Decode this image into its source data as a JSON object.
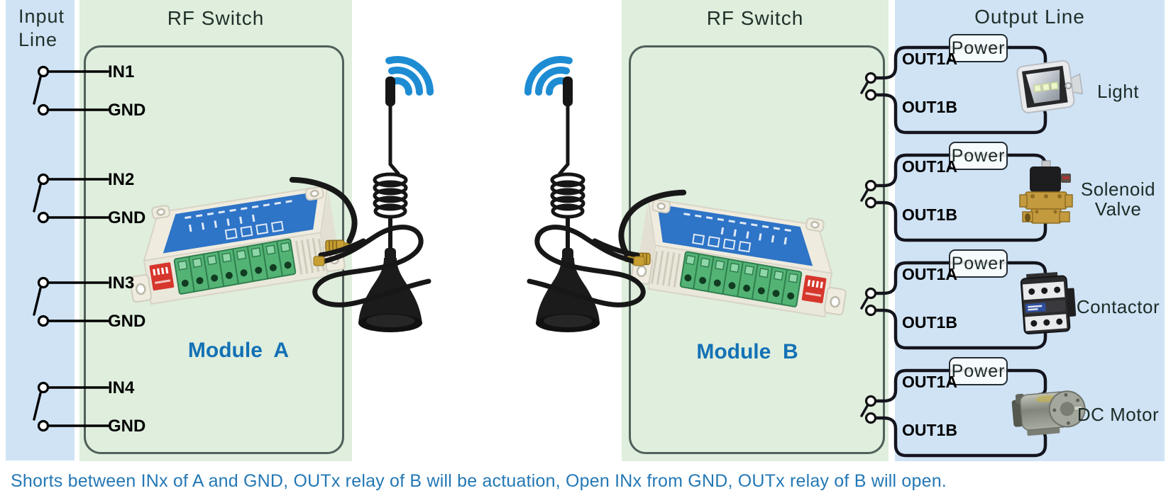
{
  "diagram": {
    "input_panel": {
      "title_line1": "Input",
      "title_line2": "Line"
    },
    "rf_panel_a": {
      "title": "RF Switch",
      "module_label": "Module  A"
    },
    "rf_panel_b": {
      "title": "RF Switch",
      "module_label": "Module  B"
    },
    "output_panel": {
      "title": "Output Line"
    }
  },
  "input_pairs": [
    {
      "in_label": "IN1",
      "gnd_label": "GND"
    },
    {
      "in_label": "IN2",
      "gnd_label": "GND"
    },
    {
      "in_label": "IN3",
      "gnd_label": "GND"
    },
    {
      "in_label": "IN4",
      "gnd_label": "GND"
    }
  ],
  "output_blocks": [
    {
      "power_label": "Power",
      "out_a_label": "OUT1A",
      "out_b_label": "OUT1B",
      "device": "light",
      "device_label": "Light"
    },
    {
      "power_label": "Power",
      "out_a_label": "OUT1A",
      "out_b_label": "OUT1B",
      "device": "solenoid-valve",
      "device_label": "Solenoid Valve"
    },
    {
      "power_label": "Power",
      "out_a_label": "OUT1A",
      "out_b_label": "OUT1B",
      "device": "contactor",
      "device_label": "Contactor"
    },
    {
      "power_label": "Power",
      "out_a_label": "OUT1A",
      "out_b_label": "OUT1B",
      "device": "dc-motor",
      "device_label": "DC Motor"
    }
  ],
  "caption": "Shorts between INx of A and GND, OUTx relay of B will be actuation, Open INx from GND, OUTx relay of B will open.",
  "colors": {
    "panel_blue": "#cfe3f5",
    "panel_green": "#dfeedd",
    "frame_stroke": "#51605a",
    "wire_black": "#14141d",
    "module_label_blue": "#1371b5",
    "caption_blue": "#2478b5",
    "signal_blue": "#1e8cd3",
    "module_top_blue": "#2e74c7",
    "terminal_green": "#53b375",
    "dip_red": "#d6362c",
    "sma_gold": "#c79f33"
  }
}
